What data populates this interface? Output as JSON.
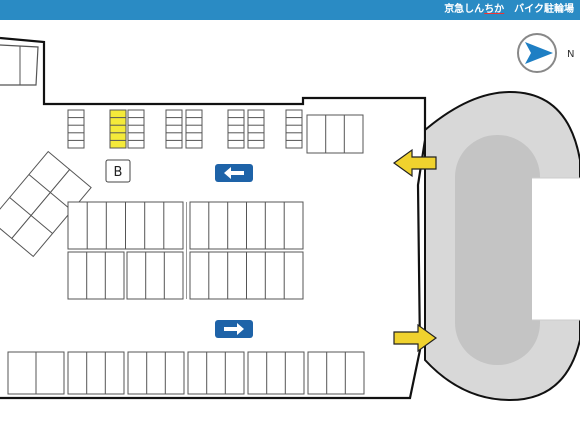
{
  "header": {
    "title_pre": "京急しん",
    "title_under": "ちか",
    "title_post": "　バイク駐輪場",
    "background": "#2a8bc4"
  },
  "compass": {
    "label": "N",
    "direction": "right"
  },
  "markers": {
    "bike_icon": "B"
  },
  "colors": {
    "highlight_bays": "#f4ea3a",
    "entry_arrows": "#f0d22e",
    "flow_arrows": "#1e63a8",
    "ramp": "#d8d8d8",
    "ramp_core": "#c4c4c4"
  },
  "flow_arrows": [
    {
      "direction": "left"
    },
    {
      "direction": "right"
    }
  ],
  "entry_arrows": [
    {
      "direction": "left"
    },
    {
      "direction": "right"
    }
  ]
}
